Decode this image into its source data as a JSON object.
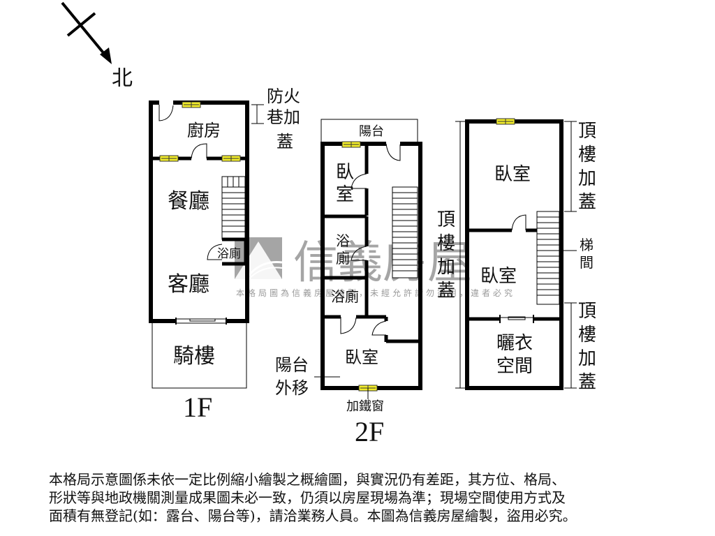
{
  "compass": {
    "label": "北",
    "icon": "north-arrow-icon"
  },
  "watermark": {
    "brand": "信義房屋",
    "notice": "本格局圖為信義房屋繪製，未經允許請勿盜用，違者必究"
  },
  "floor_1f": {
    "label": "1F",
    "rooms": {
      "kitchen": "廚房",
      "dining": "餐廳",
      "bath": "浴廁",
      "living": "客廳",
      "arcade": "騎樓"
    },
    "annotation": {
      "line1": "防火",
      "line2": "巷加",
      "line3": "蓋"
    }
  },
  "floor_2f": {
    "label": "2F",
    "rooms": {
      "balcony": "陽台",
      "bedroom_top_1": "臥",
      "bedroom_top_2": "室",
      "bath_mid_1": "浴",
      "bath_mid_2": "廁",
      "bath_low": "浴廁",
      "bedroom_bottom": "臥室"
    },
    "annotations": {
      "balcony_moved_1": "陽台",
      "balcony_moved_2": "外移",
      "iron_window": "加鐵窗"
    }
  },
  "floor_roof": {
    "rooms": {
      "bedroom_top": "臥室",
      "bedroom_mid": "臥室",
      "laundry_1": "曬衣",
      "laundry_2": "空間"
    },
    "annotations": {
      "left_addition": [
        "頂",
        "樓",
        "加",
        "蓋"
      ],
      "right_top_addition": [
        "頂",
        "樓",
        "加",
        "蓋"
      ],
      "right_bottom_addition": [
        "頂",
        "樓",
        "加",
        "蓋"
      ],
      "stairwell": [
        "梯",
        "間"
      ]
    }
  },
  "disclaimer": {
    "line1": "本格局示意圖係未依一定比例縮小繪製之概繪圖，與實況仍有差距，其方位、格局、",
    "line2": "形狀等與地政機關測量成果圖未必一致，仍須以房屋現場為準；現場空間使用方式及",
    "line3": "面積有無登記(如：露台、陽台等)，請洽業務人員。本圖為信義房屋繪製，盜用必究。"
  },
  "colors": {
    "wall": "#000000",
    "window_fill": "#f2ec2a",
    "watermark": "#8c8c8c",
    "background": "#ffffff"
  }
}
